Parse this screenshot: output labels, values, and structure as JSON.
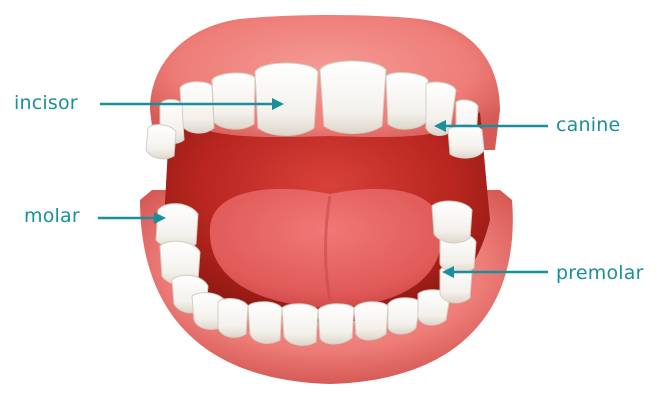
{
  "labels": {
    "incisor": "incisor",
    "canine": "canine",
    "molar": "molar",
    "premolar": "premolar"
  },
  "colors": {
    "label": "#1a8f9c",
    "gum": "#f07f7d",
    "gum_dark": "#c7463f",
    "mouth": "#b8261f",
    "tongue": "#e05a58",
    "tooth": "#f8f6f2",
    "tooth_shade": "#ddd7cf"
  }
}
